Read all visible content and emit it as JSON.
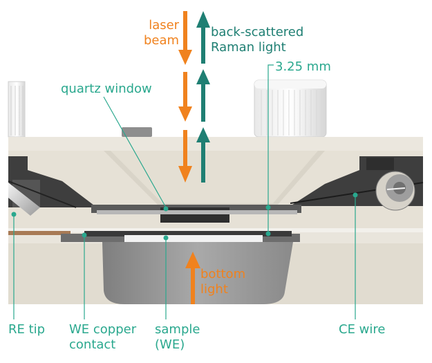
{
  "labels": {
    "laser_beam": [
      "laser",
      "beam"
    ],
    "backscattered": [
      "back-scattered",
      "Raman light"
    ],
    "gap": "3.25 mm",
    "quartz_window": "quartz window",
    "bottom_light": [
      "bottom",
      "light"
    ],
    "re_tip": "RE tip",
    "we_copper": [
      "WE copper",
      "contact"
    ],
    "sample": [
      "sample",
      "(WE)"
    ],
    "ce_wire": "CE wire"
  },
  "colors": {
    "laser": "#f0821e",
    "raman": "#1f7f73",
    "callout": "#2aa88e",
    "body": "#e6e1d6",
    "dark": "#4a4a4a"
  },
  "icons": [
    "laser-arrow-icon",
    "raman-arrow-icon",
    "bottom-light-arrow-icon"
  ]
}
